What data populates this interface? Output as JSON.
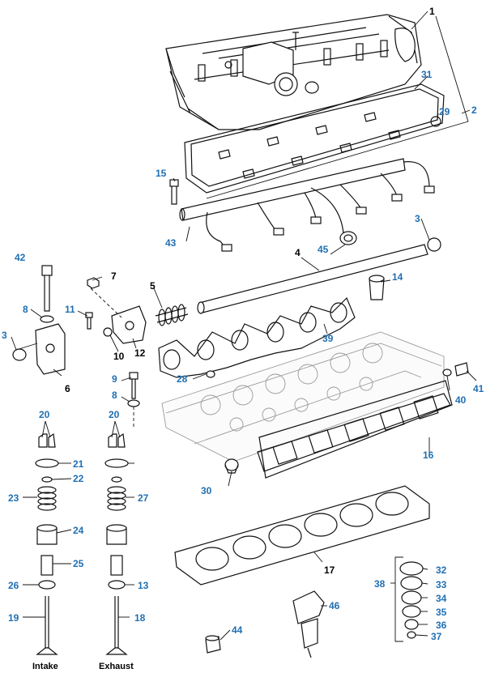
{
  "colors": {
    "callout_blue": "#1f6fb2",
    "callout_black": "#000000",
    "line": "#111111",
    "ghost": "#9a9a9a"
  },
  "captions": {
    "intake": "Intake",
    "exhaust": "Exhaust"
  },
  "labels": [
    {
      "id": "l1",
      "text": "1",
      "color": "black"
    },
    {
      "id": "l2",
      "text": "2",
      "color": "blue"
    },
    {
      "id": "l3a",
      "text": "3",
      "color": "blue"
    },
    {
      "id": "l3b",
      "text": "3",
      "color": "blue"
    },
    {
      "id": "l4",
      "text": "4",
      "color": "black"
    },
    {
      "id": "l5",
      "text": "5",
      "color": "black"
    },
    {
      "id": "l6",
      "text": "6",
      "color": "black"
    },
    {
      "id": "l7",
      "text": "7",
      "color": "black"
    },
    {
      "id": "l8a",
      "text": "8",
      "color": "blue"
    },
    {
      "id": "l8b",
      "text": "8",
      "color": "blue"
    },
    {
      "id": "l9",
      "text": "9",
      "color": "blue"
    },
    {
      "id": "l10",
      "text": "10",
      "color": "black"
    },
    {
      "id": "l11",
      "text": "11",
      "color": "blue"
    },
    {
      "id": "l12",
      "text": "12",
      "color": "black"
    },
    {
      "id": "l13",
      "text": "13",
      "color": "blue"
    },
    {
      "id": "l14",
      "text": "14",
      "color": "blue"
    },
    {
      "id": "l15",
      "text": "15",
      "color": "blue"
    },
    {
      "id": "l16",
      "text": "16",
      "color": "blue"
    },
    {
      "id": "l17",
      "text": "17",
      "color": "black"
    },
    {
      "id": "l18",
      "text": "18",
      "color": "blue"
    },
    {
      "id": "l19",
      "text": "19",
      "color": "blue"
    },
    {
      "id": "l20a",
      "text": "20",
      "color": "blue"
    },
    {
      "id": "l20b",
      "text": "20",
      "color": "blue"
    },
    {
      "id": "l21",
      "text": "21",
      "color": "blue"
    },
    {
      "id": "l22",
      "text": "22",
      "color": "blue"
    },
    {
      "id": "l23",
      "text": "23",
      "color": "blue"
    },
    {
      "id": "l24",
      "text": "24",
      "color": "blue"
    },
    {
      "id": "l25",
      "text": "25",
      "color": "blue"
    },
    {
      "id": "l26",
      "text": "26",
      "color": "blue"
    },
    {
      "id": "l27",
      "text": "27",
      "color": "blue"
    },
    {
      "id": "l28",
      "text": "28",
      "color": "blue"
    },
    {
      "id": "l29",
      "text": "29",
      "color": "blue"
    },
    {
      "id": "l30",
      "text": "30",
      "color": "blue"
    },
    {
      "id": "l31",
      "text": "31",
      "color": "blue"
    },
    {
      "id": "l32",
      "text": "32",
      "color": "blue"
    },
    {
      "id": "l33",
      "text": "33",
      "color": "blue"
    },
    {
      "id": "l34",
      "text": "34",
      "color": "blue"
    },
    {
      "id": "l35",
      "text": "35",
      "color": "blue"
    },
    {
      "id": "l36",
      "text": "36",
      "color": "blue"
    },
    {
      "id": "l37",
      "text": "37",
      "color": "blue"
    },
    {
      "id": "l38",
      "text": "38",
      "color": "blue"
    },
    {
      "id": "l39",
      "text": "39",
      "color": "blue"
    },
    {
      "id": "l40",
      "text": "40",
      "color": "blue"
    },
    {
      "id": "l41",
      "text": "41",
      "color": "blue"
    },
    {
      "id": "l42",
      "text": "42",
      "color": "blue"
    },
    {
      "id": "l43",
      "text": "43",
      "color": "blue"
    },
    {
      "id": "l44",
      "text": "44",
      "color": "blue"
    },
    {
      "id": "l45",
      "text": "45",
      "color": "blue"
    },
    {
      "id": "l46",
      "text": "46",
      "color": "blue"
    }
  ]
}
